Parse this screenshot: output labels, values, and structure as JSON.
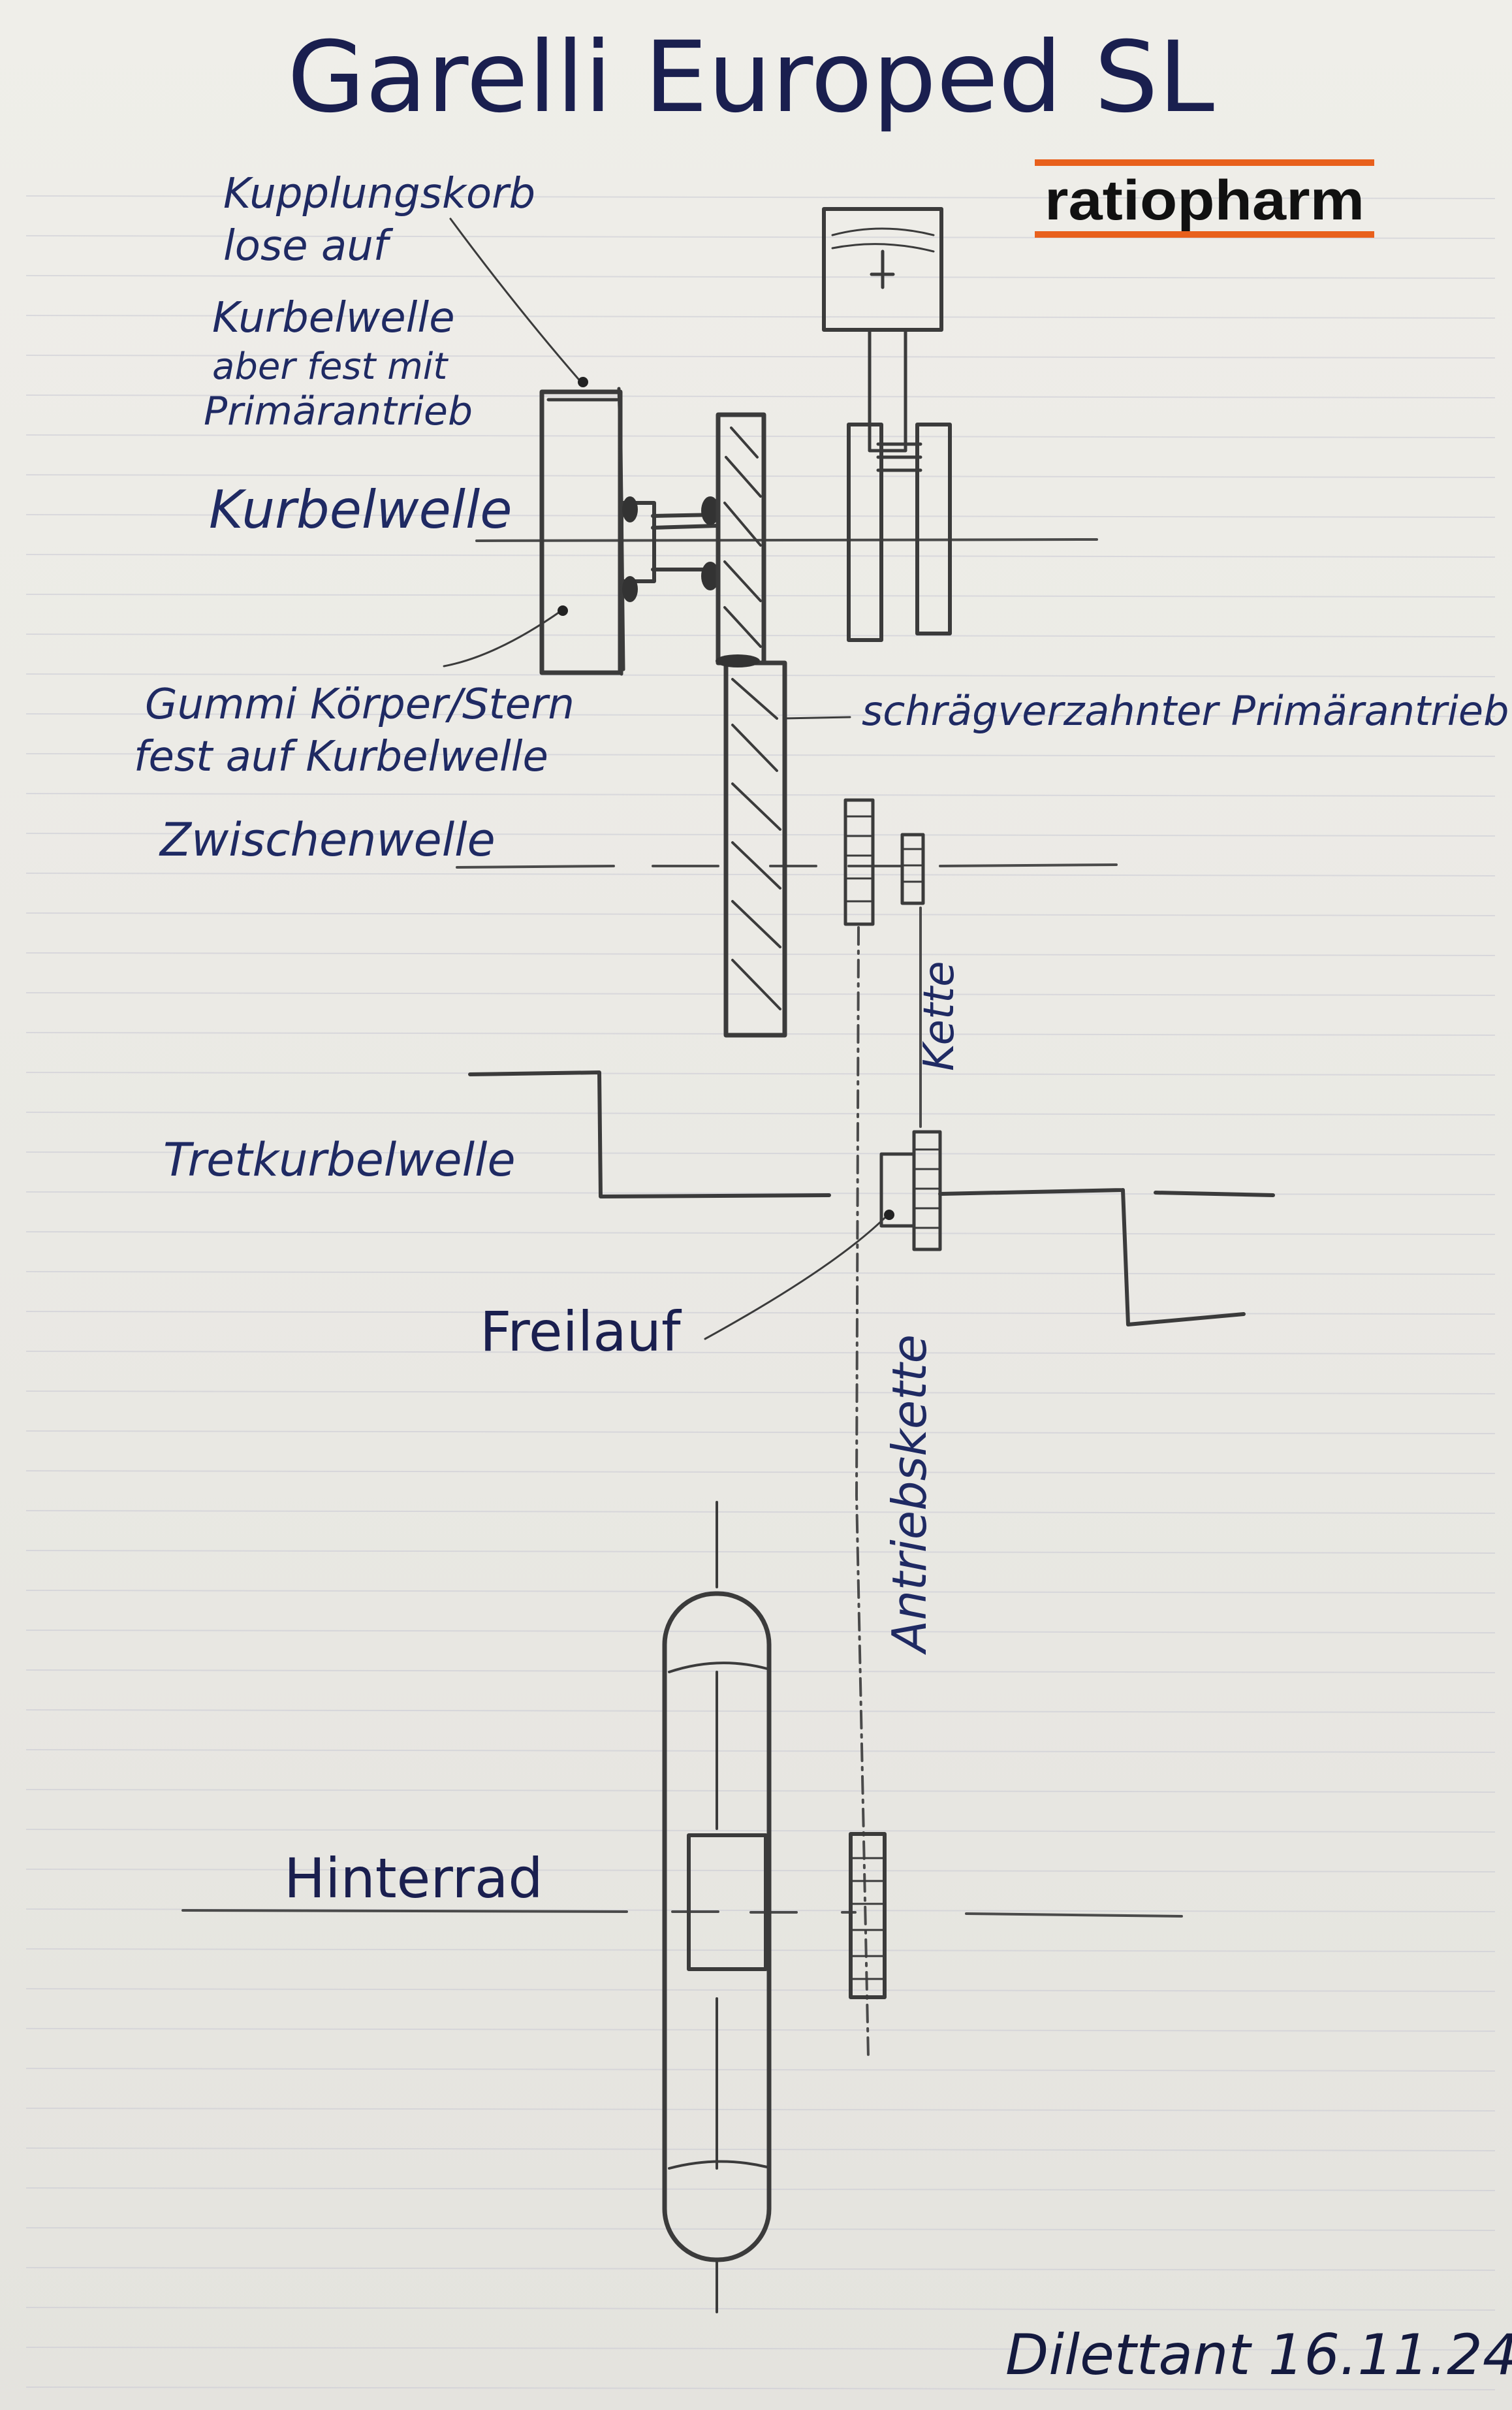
{
  "title": "Garelli Europed SL",
  "logo_text": "ratiopharm",
  "colors": {
    "ink": "#1f2a63",
    "logo_orange": "#e8601c",
    "pencil": "#3b3b3b",
    "rule": "#c9c9d4"
  },
  "labels": {
    "kupplungskorb": [
      "Kupplungskorb",
      "lose auf",
      "Kurbelwelle",
      "aber fest mit",
      "Primärantrieb"
    ],
    "kurbelwelle": "Kurbelwelle",
    "gummikoerper": [
      "Gummi Körper/Stern",
      "fest auf Kurbelwelle"
    ],
    "primaerantrieb": "schrägverzahnter Primärantrieb",
    "zwischenwelle": "Zwischenwelle",
    "kette": "Kette",
    "tretkurbelwelle": "Tretkurbelwelle",
    "freilauf": "Freilauf",
    "antriebskette": "Antriebskette",
    "hinterrad": "Hinterrad"
  },
  "signature": "Dilettant 16.11.24"
}
